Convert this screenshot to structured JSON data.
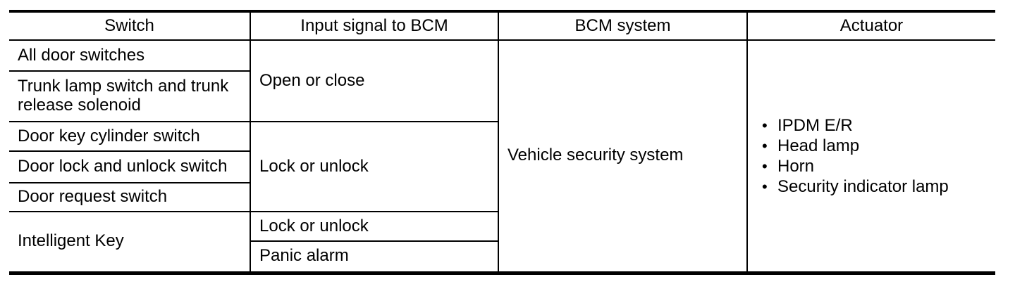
{
  "page": {
    "background": "#ffffff",
    "colors": {
      "border": "#000000",
      "text": "#000000"
    }
  },
  "icons": {
    "bullet": "•"
  },
  "table": {
    "headers": [
      "Switch",
      "Input signal to BCM",
      "BCM system",
      "Actuator"
    ],
    "body": {
      "all_door_switches": "All door switches",
      "trunk_lamp_switch": "Trunk lamp switch and trunk release solenoid",
      "door_key_cylinder_switch": "Door key cylinder switch",
      "door_lock_and_unlock_switch": "Door lock and unlock switch",
      "door_request_switch": "Door request switch",
      "intelligent_key": "Intelligent Key",
      "open_or_close": "Open or close",
      "lock_or_unlock_group": "Lock or unlock",
      "lock_or_unlock_intelligent_key": "Lock or unlock",
      "panic_alarm": "Panic alarm",
      "bcm_system": "Vehicle security system",
      "actuators": [
        "IPDM E/R",
        "Head lamp",
        "Horn",
        "Security indicator lamp"
      ]
    }
  }
}
